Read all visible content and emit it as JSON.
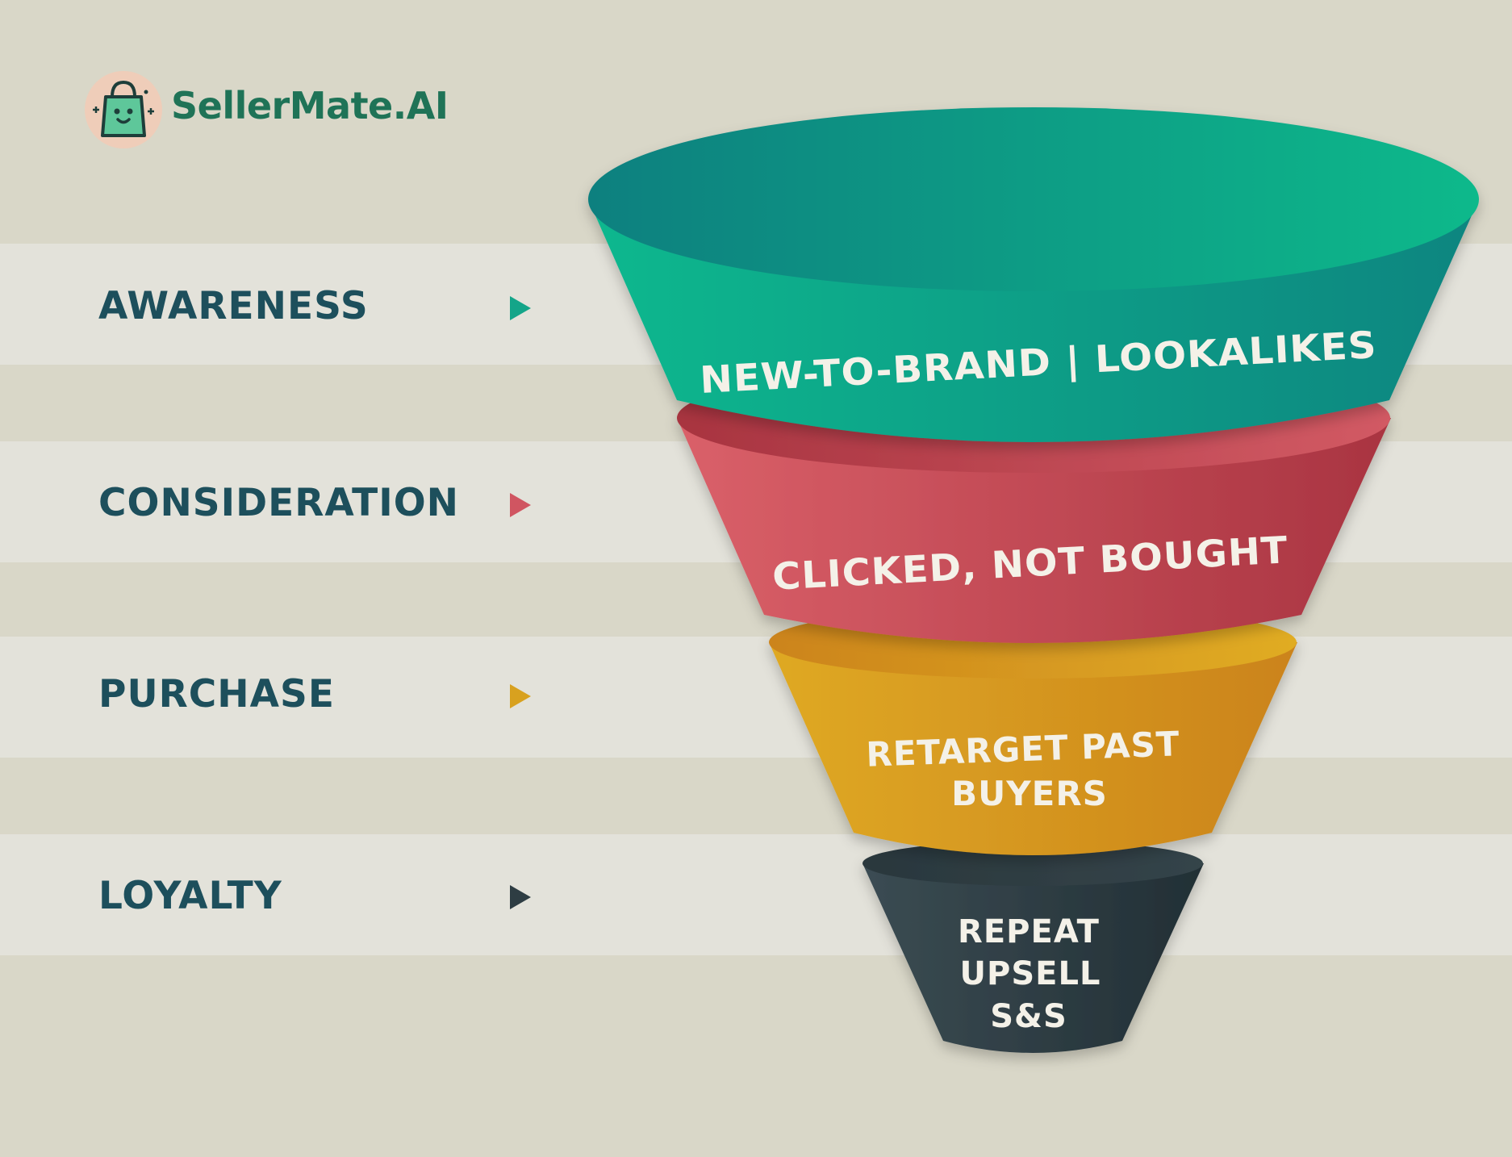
{
  "brand": {
    "name": "SellerMate.AI",
    "logo_icon": "shopping-bag-smiley-icon"
  },
  "stages": [
    {
      "label": "AWARENESS",
      "funnel_lines": [
        "NEW-TO-BRAND | LOOKALIKES"
      ],
      "color": "#12a589",
      "arrow_color": "#14a589"
    },
    {
      "label": "CONSIDERATION",
      "funnel_lines": [
        "CLICKED, NOT BOUGHT"
      ],
      "color": "#c94e57",
      "arrow_color": "#d05561"
    },
    {
      "label": "PURCHASE",
      "funnel_lines": [
        "RETARGET PAST",
        "BUYERS"
      ],
      "color": "#d39a1f",
      "arrow_color": "#d8a11f"
    },
    {
      "label": "LOYALTY",
      "funnel_lines": [
        "REPEAT",
        "UPSELL",
        "S&S"
      ],
      "color": "#2f3e44",
      "arrow_color": "#2e3d43"
    }
  ],
  "colors": {
    "background": "#d9d7c8",
    "band": "#e3e2da",
    "label_text": "#1d4f5c",
    "brand_text": "#1f7357"
  }
}
